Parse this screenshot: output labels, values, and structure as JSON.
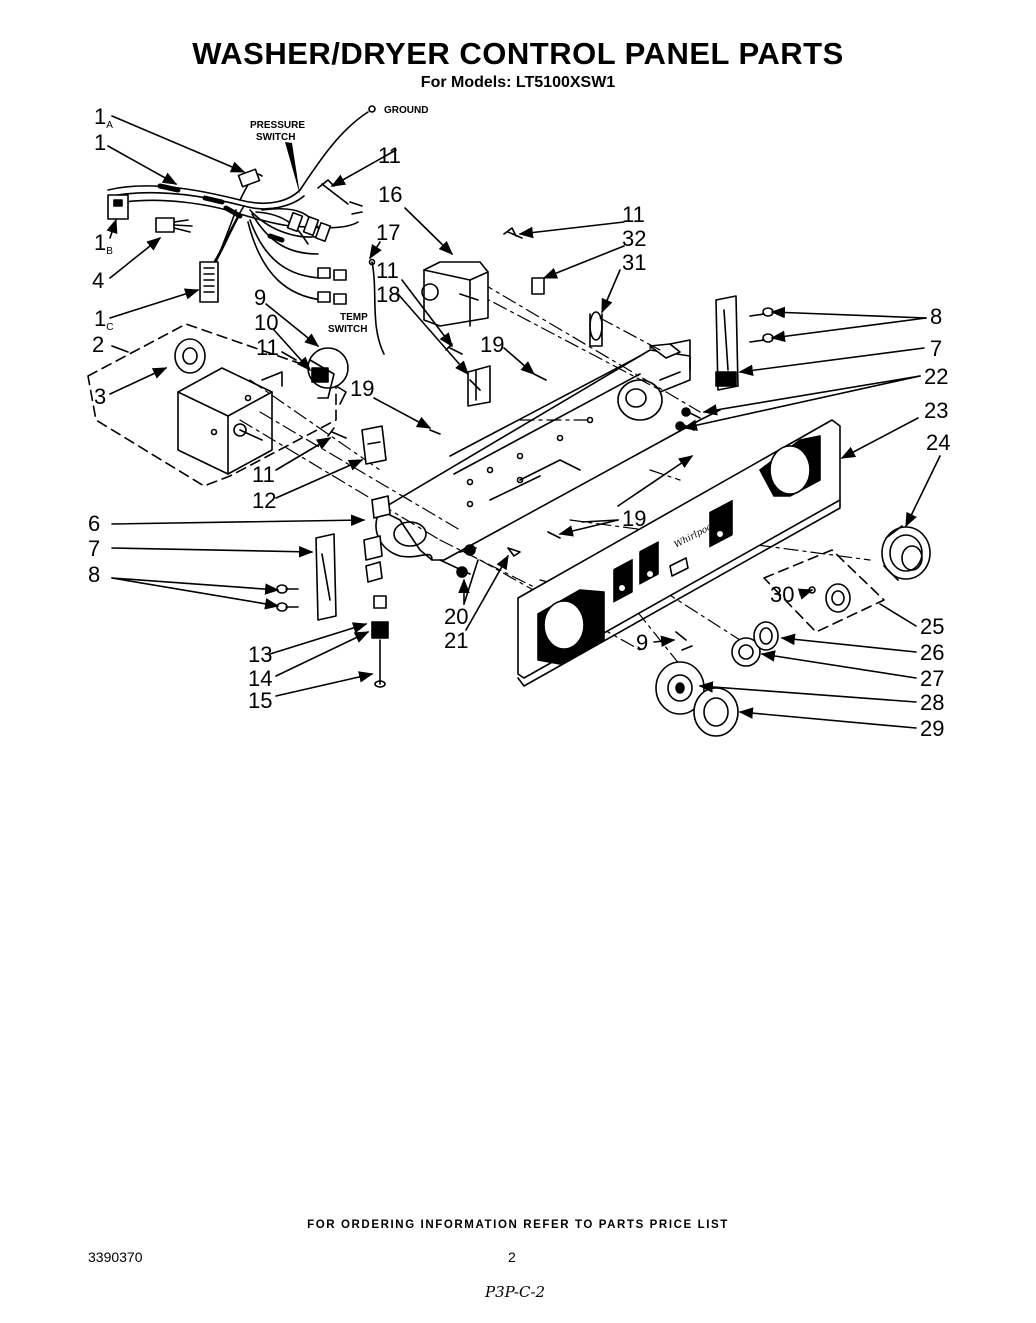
{
  "header": {
    "title": "WASHER/DRYER CONTROL PANEL PARTS",
    "subtitle": "For Models: LT5100XSW1"
  },
  "diagram_labels": {
    "pressure_switch_line1": "PRESSURE",
    "pressure_switch_line2": "SWITCH",
    "ground": "GROUND",
    "temp_switch_line1": "TEMP",
    "temp_switch_line2": "SWITCH",
    "panel_brand": "Whirlpool"
  },
  "callouts": {
    "c1a_main": "1",
    "c1a_sub": "A",
    "c1": "1",
    "c1b_main": "1",
    "c1b_sub": "B",
    "c4": "4",
    "c1c_main": "1",
    "c1c_sub": "C",
    "c2": "2",
    "c3": "3",
    "c9_upper": "9",
    "c10": "10",
    "c11_left": "11",
    "c11_top": "11",
    "c16": "16",
    "c17": "17",
    "c11_mid": "11",
    "c18": "18",
    "c11_right": "11",
    "c32": "32",
    "c31": "31",
    "c19_upper": "19",
    "c19_left": "19",
    "c11_lower": "11",
    "c12": "12",
    "c6": "6",
    "c7_left": "7",
    "c8_left": "8",
    "c8_right": "8",
    "c7_right": "7",
    "c22": "22",
    "c23": "23",
    "c24": "24",
    "c19_lower": "19",
    "c20": "20",
    "c21": "21",
    "c13": "13",
    "c14": "14",
    "c15": "15",
    "c30": "30",
    "c25": "25",
    "c9_lower": "9",
    "c26": "26",
    "c27": "27",
    "c28": "28",
    "c29": "29"
  },
  "footer": {
    "ordering_note": "FOR ORDERING INFORMATION REFER TO PARTS PRICE LIST",
    "doc_number": "3390370",
    "page_number": "2",
    "handwritten_note": "P3P-C-2"
  }
}
